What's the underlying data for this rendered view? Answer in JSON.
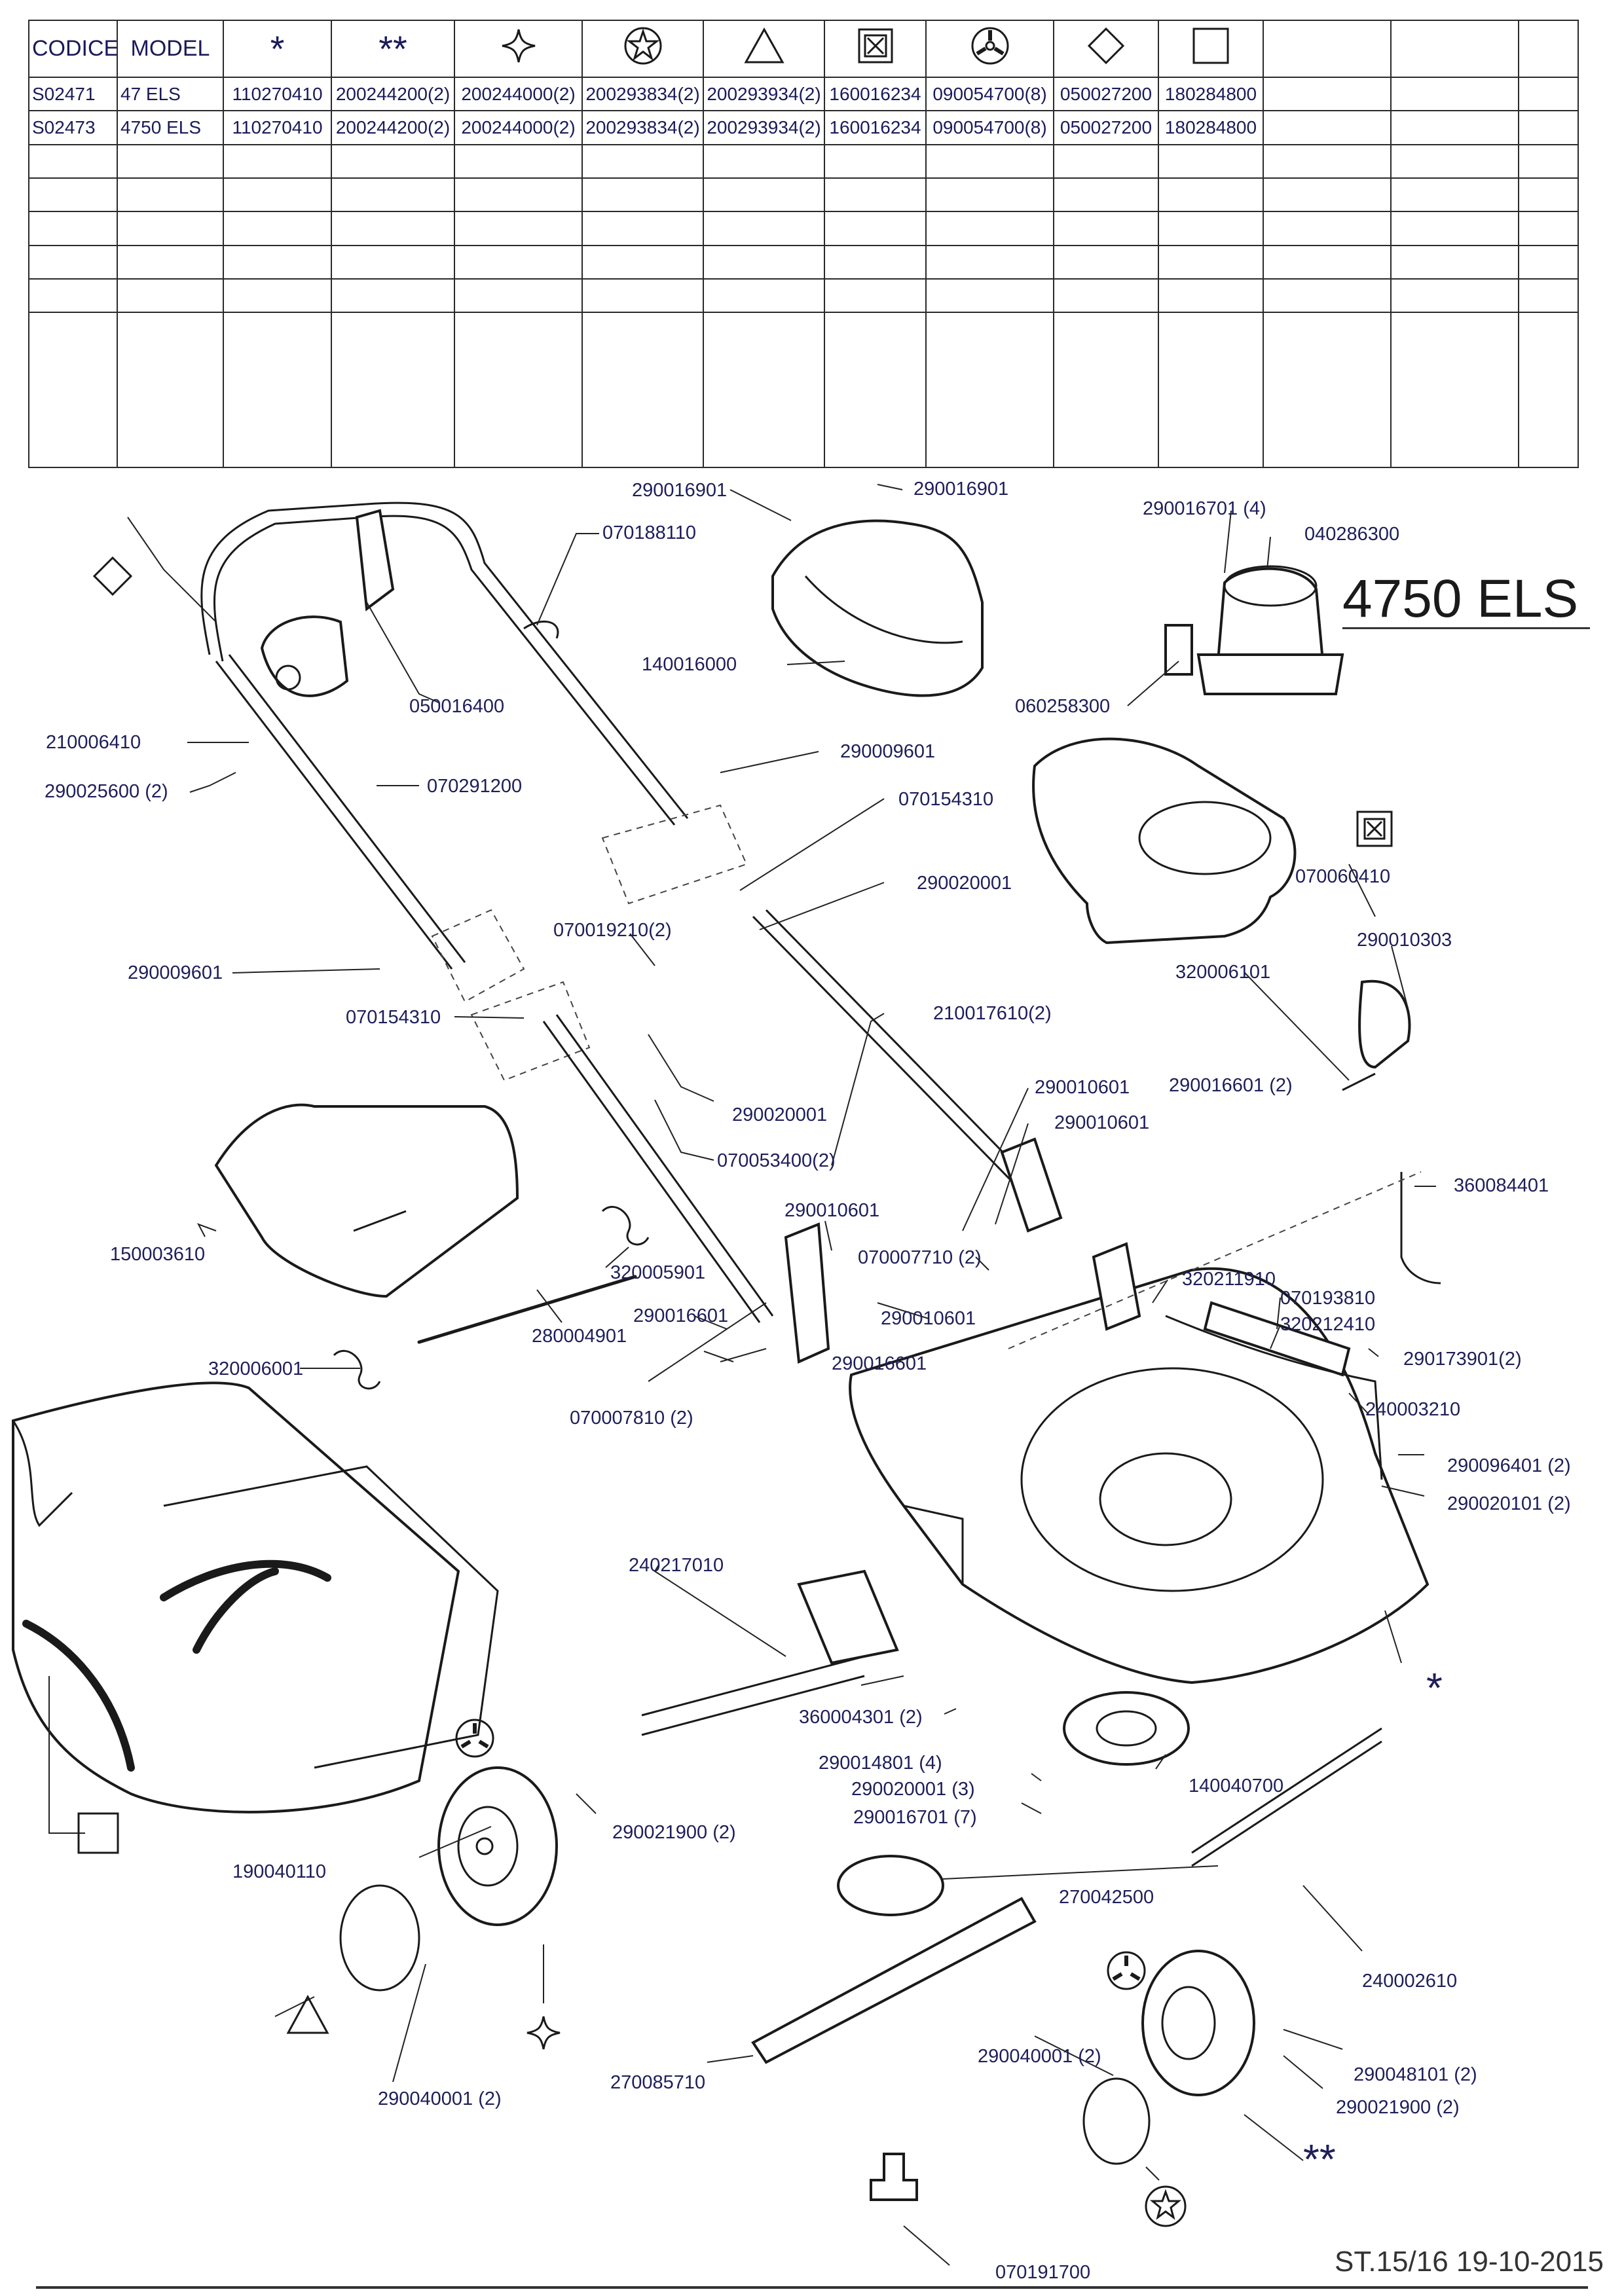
{
  "table": {
    "headers": [
      "CODICE",
      "MODEL",
      "*",
      "**",
      "sym-star4",
      "sym-circle-star",
      "sym-triangle",
      "sym-boxed-x",
      "sym-circle-spokes",
      "sym-diamond",
      "sym-square",
      "",
      "",
      ""
    ],
    "rows": [
      [
        "S02471",
        "47 ELS",
        "110270410",
        "200244200(2)",
        "200244000(2)",
        "200293834(2)",
        "200293934(2)",
        "160016234",
        "090054700(8)",
        "050027200",
        "180284800",
        "",
        "",
        ""
      ],
      [
        "S02473",
        "4750 ELS",
        "110270410",
        "200244200(2)",
        "200244000(2)",
        "200293834(2)",
        "200293934(2)",
        "160016234",
        "090054700(8)",
        "050027200",
        "180284800",
        "",
        "",
        ""
      ]
    ]
  },
  "model_title": "4750 ELS",
  "footer": "ST.15/16  19-10-2015",
  "labels": {
    "l01": "290016901",
    "l02": "290016901",
    "l03": "290016701 (4)",
    "l04": "040286300",
    "l05": "070188110",
    "l06": "140016000",
    "l07": "060258300",
    "l08": "050016400",
    "l09": "210006410",
    "l10": "290025600 (2)",
    "l11": "070291200",
    "l12": "290009601",
    "l13": "070154310",
    "l14": "290020001",
    "l15": "070060410",
    "l16": "290010303",
    "l17": "070019210(2)",
    "l18": "320006101",
    "l19": "290009601",
    "l20": "070154310",
    "l21": "210017610(2)",
    "l22": "290010601",
    "l23": "290016601 (2)",
    "l24": "290010601",
    "l25": "290020001",
    "l26": "070053400(2)",
    "l27": "360084401",
    "l28": "150003610",
    "l29": "290010601",
    "l30": "070007710 (2)",
    "l31": "320005901",
    "l32": "320211910",
    "l33": "070193810",
    "l34": "290010601",
    "l35": "320212410",
    "l36": "290016601",
    "l37": "280004901",
    "l38": "290173901(2)",
    "l39": "290016601",
    "l40": "320006001",
    "l41": "070007810 (2)",
    "l42": "240003210",
    "l43": "290096401 (2)",
    "l44": "290020101 (2)",
    "l45": "240217010",
    "l46": "360004301 (2)",
    "l47": "290014801 (4)",
    "l48": "140040700",
    "l49": "290020001 (3)",
    "l50": "290016701 (7)",
    "l51": "190040110",
    "l52": "290021900 (2)",
    "l53": "270042500",
    "l54": "240002610",
    "l55": "290040001 (2)",
    "l56": "290048101 (2)",
    "l57": "290021900 (2)",
    "l58": "270085710",
    "l59": "290040001 (2)",
    "l60": "070191700"
  },
  "icons": {
    "table_symbols": [
      "star-icon",
      "double-star-icon",
      "four-point-star-icon",
      "circle-star-icon",
      "triangle-icon",
      "boxed-x-icon",
      "circle-spokes-icon",
      "diamond-icon",
      "square-icon"
    ]
  }
}
